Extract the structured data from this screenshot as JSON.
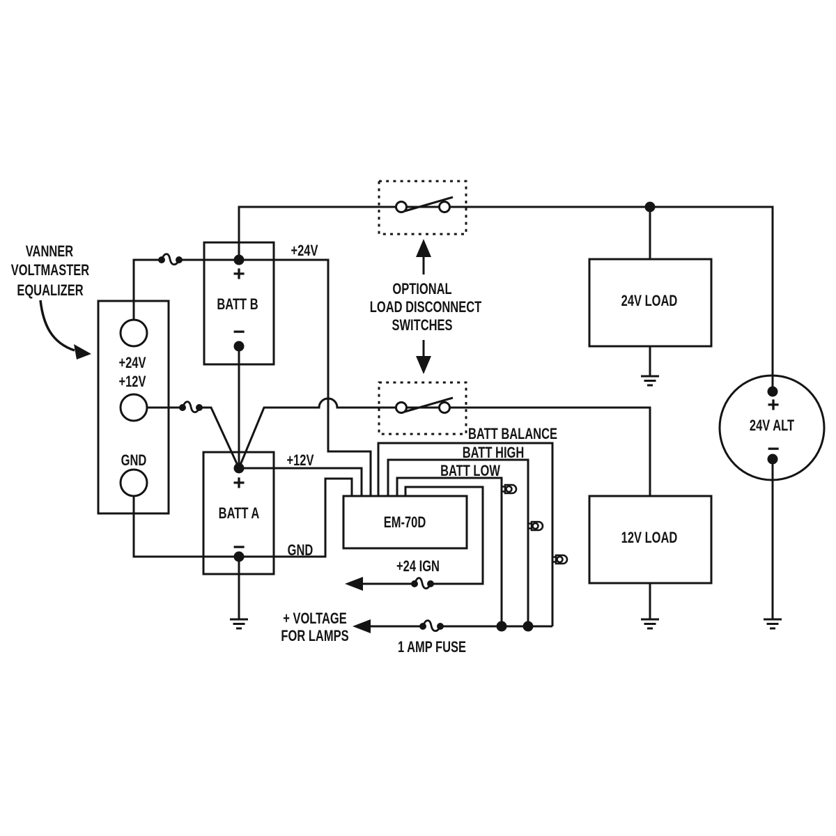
{
  "colors": {
    "ink": "#141414",
    "background": "#ffffff"
  },
  "equalizer": {
    "title_line1": "VANNER",
    "title_line2": "VOLTMASTER",
    "title_line3": "EQUALIZER",
    "terminal_top_label": "+24V",
    "terminal_mid_label": "+12V",
    "terminal_gnd_label": "GND"
  },
  "batteries": {
    "batt_b": {
      "name": "BATT B",
      "plus": "+",
      "minus": "−"
    },
    "batt_a": {
      "name": "BATT A",
      "plus": "+",
      "minus": "−"
    }
  },
  "wire_labels": {
    "v24": "+24V",
    "v12": "+12V",
    "gnd": "GND",
    "batt_balance": "BATT BALANCE",
    "batt_high": "BATT HIGH",
    "batt_low": "BATT LOW",
    "ign": "+24 IGN",
    "lamp_voltage_line1": "+ VOLTAGE",
    "lamp_voltage_line2": "FOR LAMPS",
    "lamp_fuse": "1 AMP FUSE"
  },
  "disconnect_switches": {
    "line1": "OPTIONAL",
    "line2": "LOAD DISCONNECT",
    "line3": "SWITCHES"
  },
  "loads": {
    "load_24v": "24V LOAD",
    "load_12v": "12V LOAD"
  },
  "alternator": {
    "name": "24V ALT",
    "plus": "+",
    "minus": "−"
  },
  "monitor": {
    "name": "EM-70D"
  }
}
